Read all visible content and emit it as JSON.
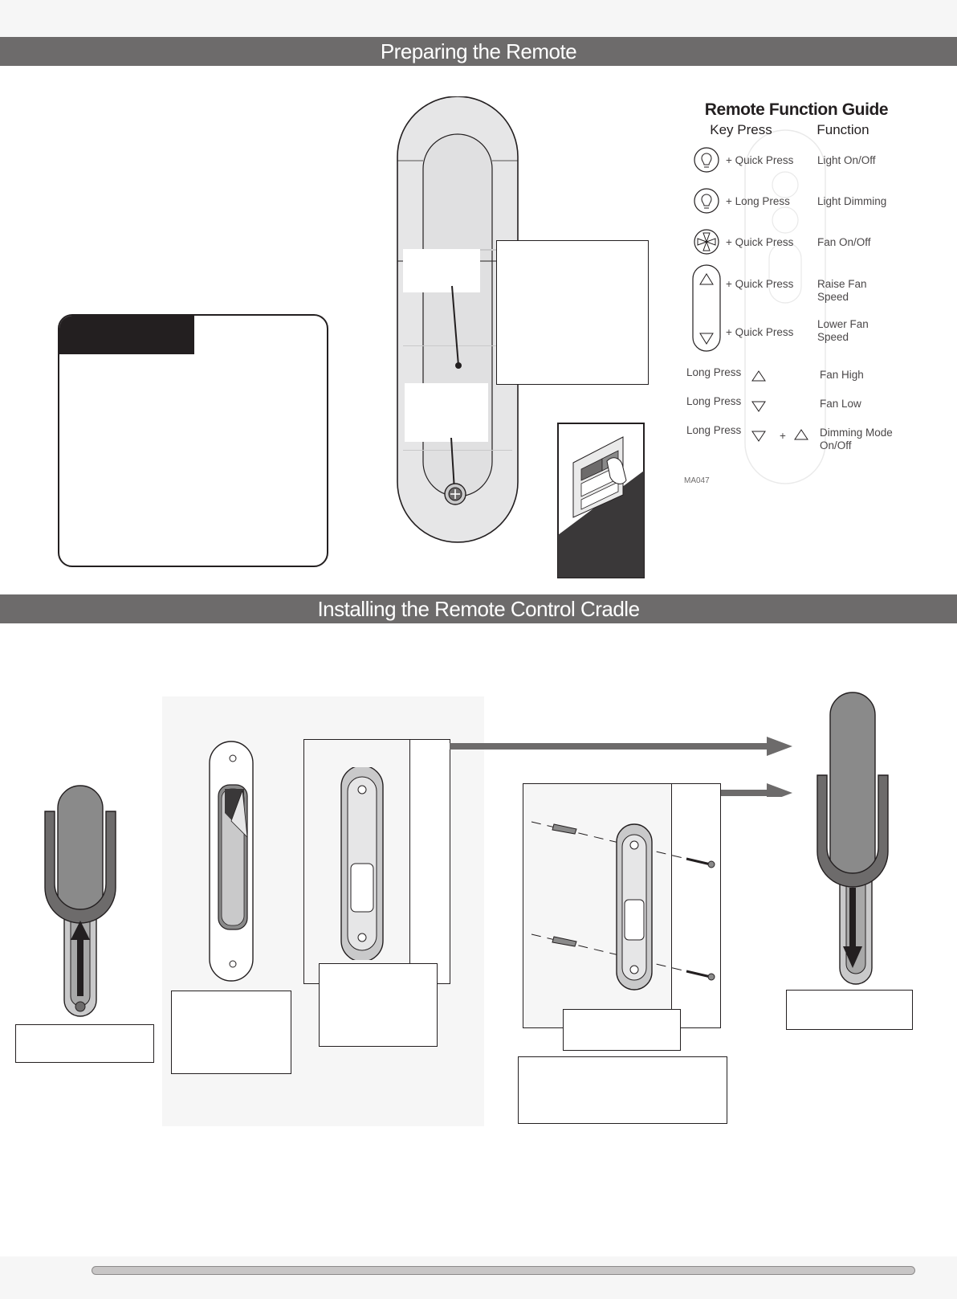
{
  "sections": {
    "preparing": {
      "title": "Preparing the Remote"
    },
    "installing": {
      "title": "Installing the Remote Control Cradle"
    }
  },
  "guide": {
    "title": "Remote Function Guide",
    "col_key": "Key Press",
    "col_function": "Function",
    "rows": [
      {
        "key": "+ Quick Press",
        "function": "Light On/Off"
      },
      {
        "key": "+ Long Press",
        "function": "Light Dimming"
      },
      {
        "key": "+ Quick Press",
        "function": "Fan On/Off"
      },
      {
        "key": "+ Quick Press",
        "function_1": "Raise Fan",
        "function_2": "Speed"
      },
      {
        "key": "+ Quick Press",
        "function_1": "Lower Fan",
        "function_2": "Speed"
      },
      {
        "key": "Long Press",
        "function": "Fan High"
      },
      {
        "key": "Long Press",
        "function": "Fan Low"
      },
      {
        "key": "Long Press",
        "plus": "+",
        "function_1": "Dimming Mode",
        "function_2": "On/Off"
      }
    ],
    "code": "MA047"
  },
  "icons": {
    "light": "lightbulb-icon",
    "fan": "fan-icon",
    "up": "up-triangle-icon",
    "down": "down-triangle-icon",
    "screw": "screw-icon"
  },
  "colors": {
    "section_bar": "#6d6b6b",
    "dark": "#231f20",
    "remote_body": "#e6e6e7",
    "handset": "#8a8a8a"
  }
}
